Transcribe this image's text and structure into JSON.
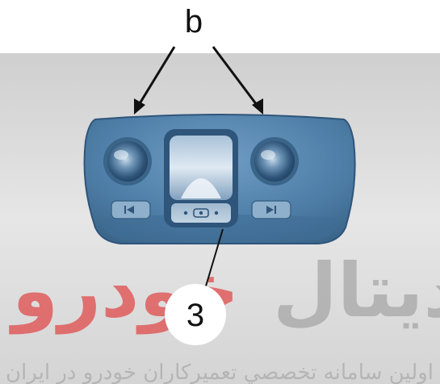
{
  "diagram": {
    "callouts": {
      "b": "b",
      "three": "3"
    },
    "watermark": {
      "red_word": "خودرو",
      "gray_word": "ديتال",
      "tagline": "اولين سامانه تخصصي تعميرکاران خودرو در ايران"
    },
    "icons": {
      "left_button": "prev-track-icon",
      "right_button": "next-track-icon",
      "center_button": "map-light-icon"
    },
    "colors": {
      "console_body": "#4f7fa8",
      "console_edge": "#3a6488",
      "photo_background": "#d9d9d9",
      "watermark_red": "#e23b3b",
      "watermark_gray": "#8a8a8a",
      "arrow": "#111111"
    }
  }
}
